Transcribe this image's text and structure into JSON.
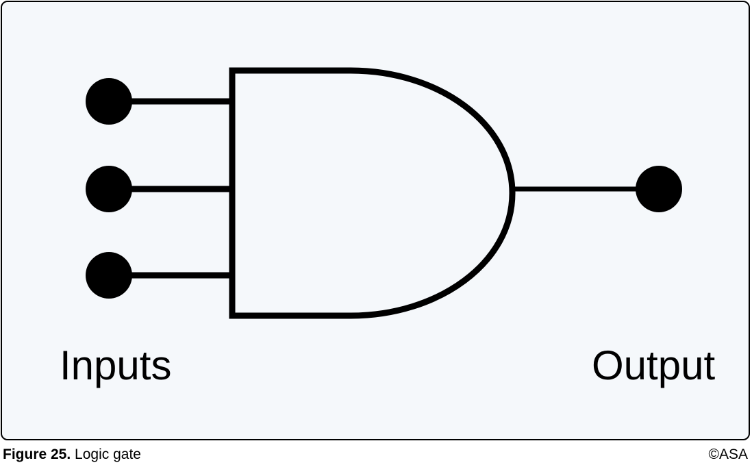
{
  "diagram": {
    "inputs_label": "Inputs",
    "output_label": "Output",
    "gate_type": "AND",
    "input_count": 3,
    "output_count": 1,
    "colors": {
      "frame_background": "#f5f8fb",
      "stroke": "#000000",
      "terminal_fill": "#000000"
    }
  },
  "caption": {
    "figure_number": "Figure 25.",
    "title": "Logic gate",
    "credit": "©ASA"
  }
}
